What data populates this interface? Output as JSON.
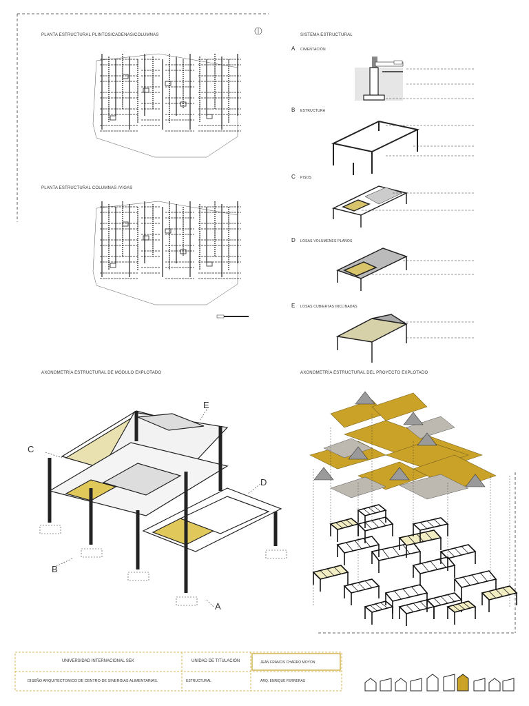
{
  "plans": {
    "plan1_title": "PLANTA ESTRUCTURAL PLINTOS/CADENAS/COLUMNAS",
    "plan2_title": "PLANTA ESTRUCTURAL COLUMNAS /VIGAS"
  },
  "system": {
    "title": "SISTEMA ESTRUCTURAL",
    "items": [
      {
        "letter": "A",
        "label": "CIMENTACIÓN"
      },
      {
        "letter": "B",
        "label": "ESTRUCTURA"
      },
      {
        "letter": "C",
        "label": "PISOS"
      },
      {
        "letter": "D",
        "label": "LOSAS VOLUMENES PLANOS"
      },
      {
        "letter": "E",
        "label": "LOSAS CUBIERTAS INCLINADAS"
      }
    ]
  },
  "axo": {
    "module_title": "AXONOMETRÍA ESTRUCTURAL DE MÓDULO EXPLOTADO",
    "project_title": "AXONOMETRÍA ESTRUCTURAL DEL PROYECTO EXPLOTADO",
    "callouts": [
      "A",
      "B",
      "C",
      "D",
      "E"
    ]
  },
  "title_block": {
    "university": "UNIVERSIDAD INTERNACIONAL SEK",
    "unit": "UNIDAD DE TITULACIÓN",
    "author": "JEAN FRANCIS CHARRO MOYON",
    "project": "DISEÑO ARQUITECTONICO DE CENTRO DE SINERGIAS ALIMENTARIAS.",
    "topic": "ESTRUCTURAL",
    "tutor": "ARQ. ENRIQUE FERRERAS"
  },
  "colors": {
    "accent": "#c9a227",
    "pale_yellow": "#f3edc4",
    "line": "#222222"
  },
  "icons": [
    "house-outline-icon",
    "house-filled-icon"
  ]
}
